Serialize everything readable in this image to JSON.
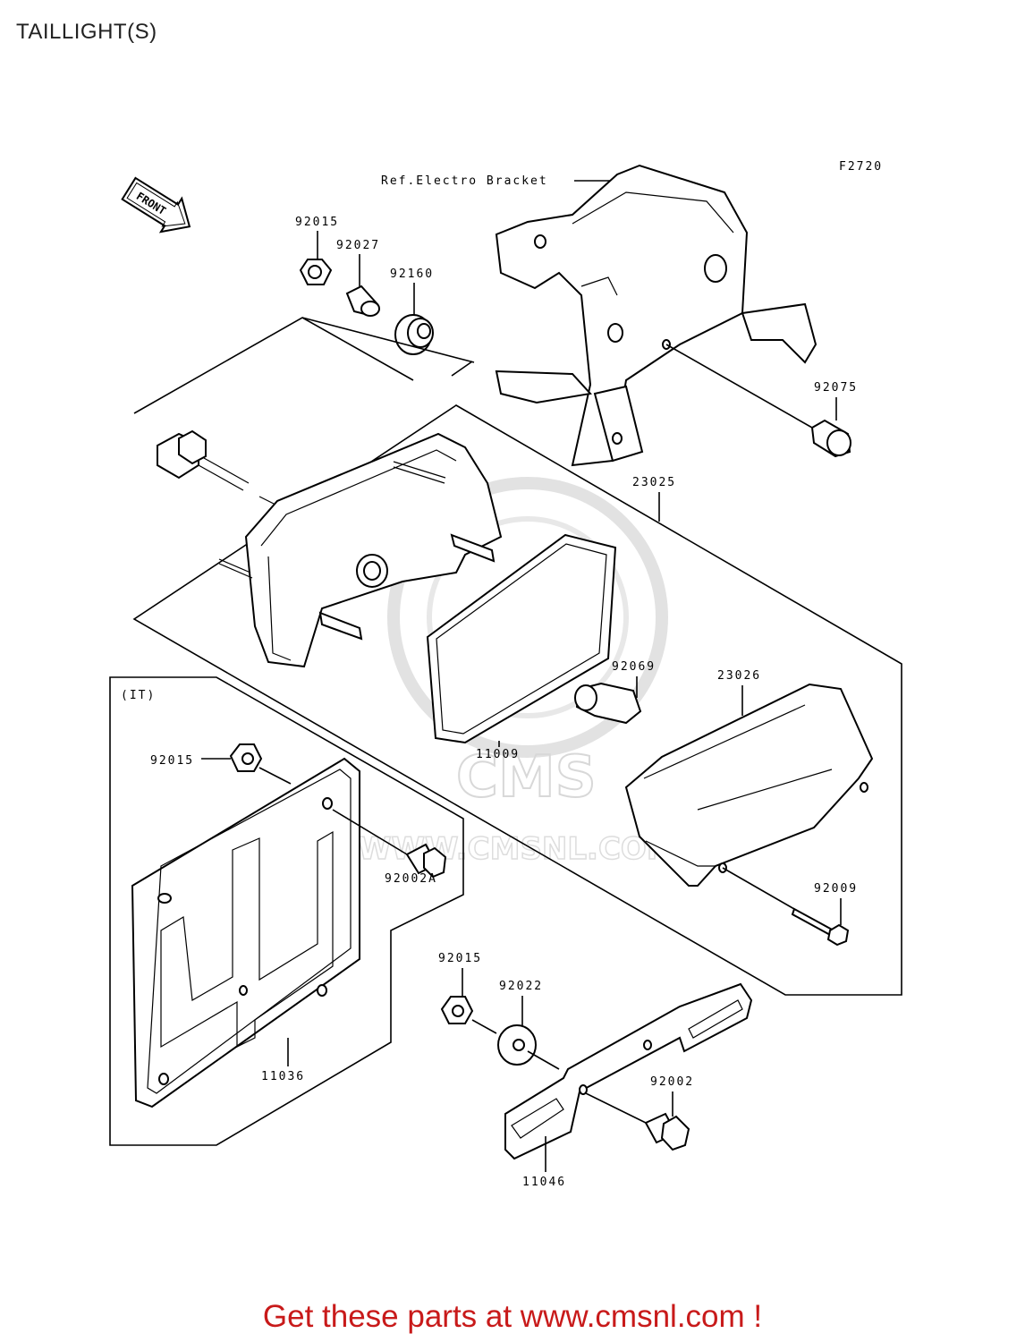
{
  "page_title": "TAILLIGHT(S)",
  "figure_code": "F2720",
  "ref_label": "Ref.Electro Bracket",
  "front_label": "FRONT",
  "variant_label": "(IT)",
  "watermark": "CMS",
  "watermark_url": "WWW.CMSNL.COM",
  "parts": {
    "p92015a": "92015",
    "p92027": "92027",
    "p92160": "92160",
    "p92075": "92075",
    "p23025": "23025",
    "p92069": "92069",
    "p23026": "23026",
    "p11009": "11009",
    "p92015b": "92015",
    "p92002a": "92002A",
    "p92009": "92009",
    "p92015c": "92015",
    "p92022": "92022",
    "p92002": "92002",
    "p11036": "11036",
    "p11046": "11046"
  },
  "footer": "Get these parts at www.cmsnl.com !"
}
